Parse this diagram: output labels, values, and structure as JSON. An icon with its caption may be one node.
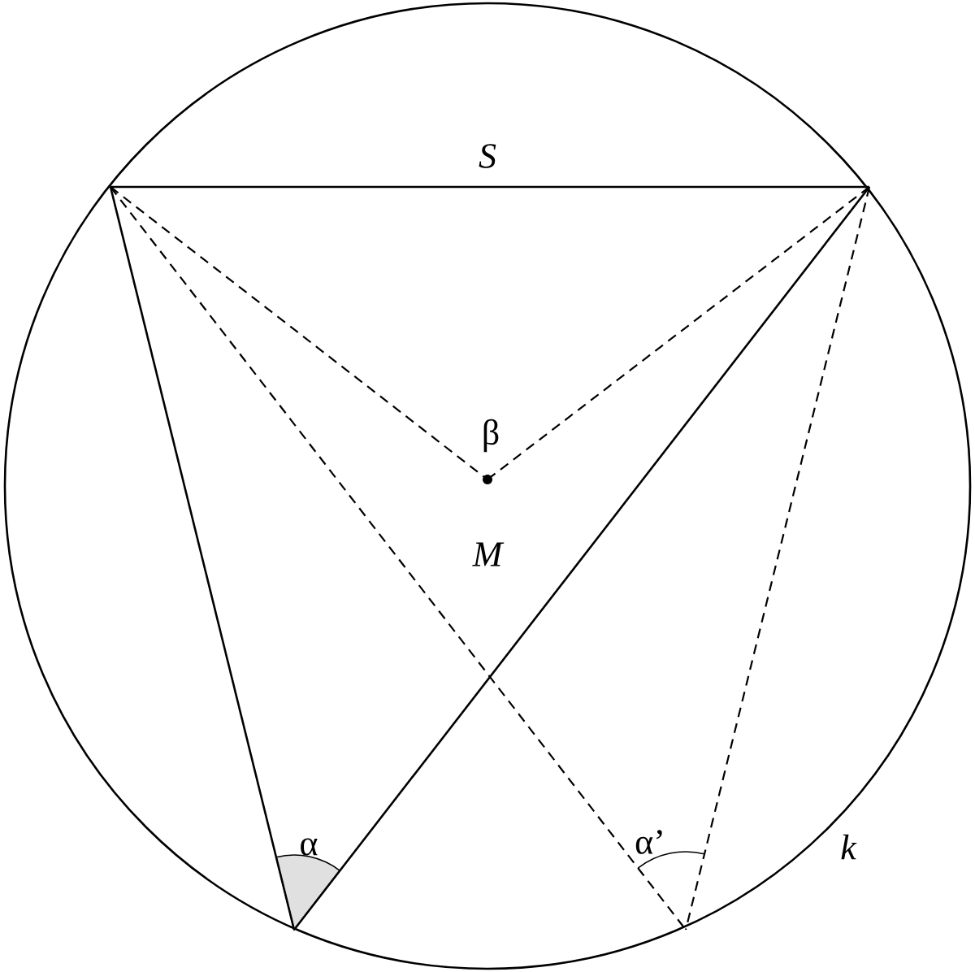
{
  "diagram": {
    "labels": [
      "S",
      "β",
      "M",
      "α",
      "α’",
      "k"
    ]
  }
}
